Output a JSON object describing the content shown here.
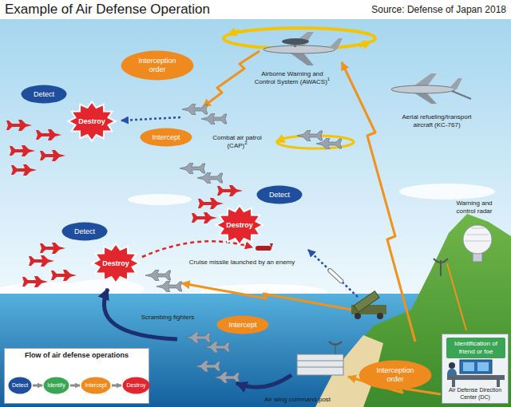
{
  "diagram": {
    "title": "Example of Air Defense Operation",
    "nodes": [
      {
        "text": [
          "Interception order"
        ]
      },
      {
        "text": [
          "Detect"
        ]
      },
      {
        "text": [
          "Destroy"
        ]
      },
      {
        "text": [
          "Intercept"
        ]
      },
      {
        "text": [
          "Detect"
        ]
      },
      {
        "text": [
          "Destroy"
        ]
      },
      {
        "text": [
          "Detect"
        ]
      },
      {
        "text": [
          "Destroy"
        ]
      },
      {
        "text": [
          "Intercept"
        ]
      },
      {
        "text": [
          "Air Defense Direction Center (DC)"
        ]
      },
      {
        "text": [
          "Identification of friend or foe"
        ],
        "in": 9
      },
      {
        "text": [
          "Interception order"
        ]
      },
      {
        "text": [
          "Flow of air defense operations"
        ]
      },
      {
        "text": [
          "Detect"
        ],
        "in": 12
      },
      {
        "text": [
          "Identify"
        ],
        "in": 12
      },
      {
        "text": [
          "Intercept"
        ],
        "in": 12
      },
      {
        "text": [
          "Destroy"
        ],
        "in": 12
      }
    ],
    "edges": [
      {
        "from": 13,
        "to": 14,
        "arrow": "to"
      },
      {
        "from": 14,
        "to": 15,
        "arrow": "to"
      },
      {
        "from": 15,
        "to": 16,
        "arrow": "to"
      }
    ],
    "labels": [
      "Source: Defense of Japan 2018",
      "Airborne Warning and Control System (AWACS)",
      "1",
      "Aerial refueling/transport aircraft (KC-767)",
      "Combat air patrol (CAP)",
      "2",
      "Cruise missile launched by an enemy",
      "Warning and control radar",
      "Scrambing fighters",
      "Air wing command post"
    ]
  }
}
